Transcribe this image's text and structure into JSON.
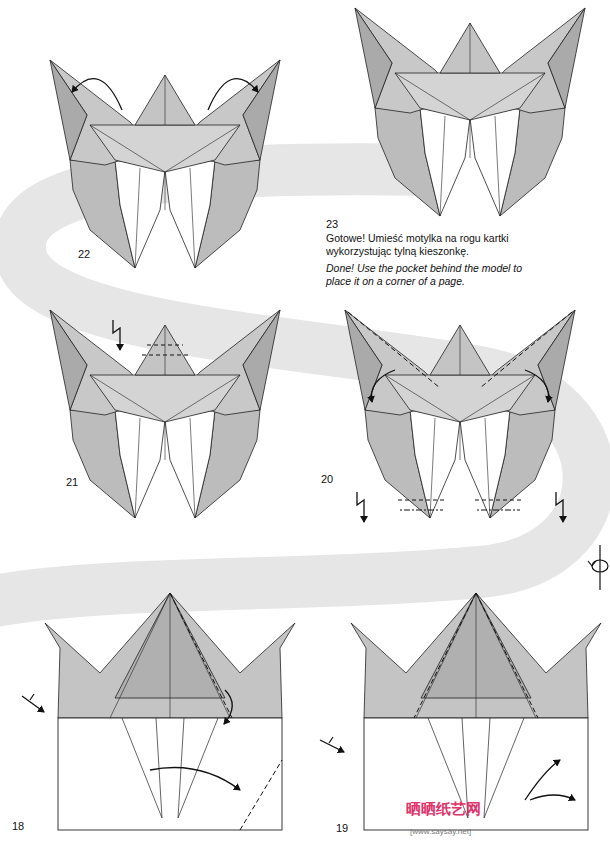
{
  "diagram": {
    "labels": [
      "22",
      "23",
      "Gotowe! Umieść motylka na rogu kartki wykorzystując tylną kieszonkę.",
      "Done! Use the pocket behind the model to place it on a corner of a page.",
      "21",
      "20",
      "18",
      "19",
      "晒晒纸艺网",
      "[www.saysay.net]"
    ]
  }
}
